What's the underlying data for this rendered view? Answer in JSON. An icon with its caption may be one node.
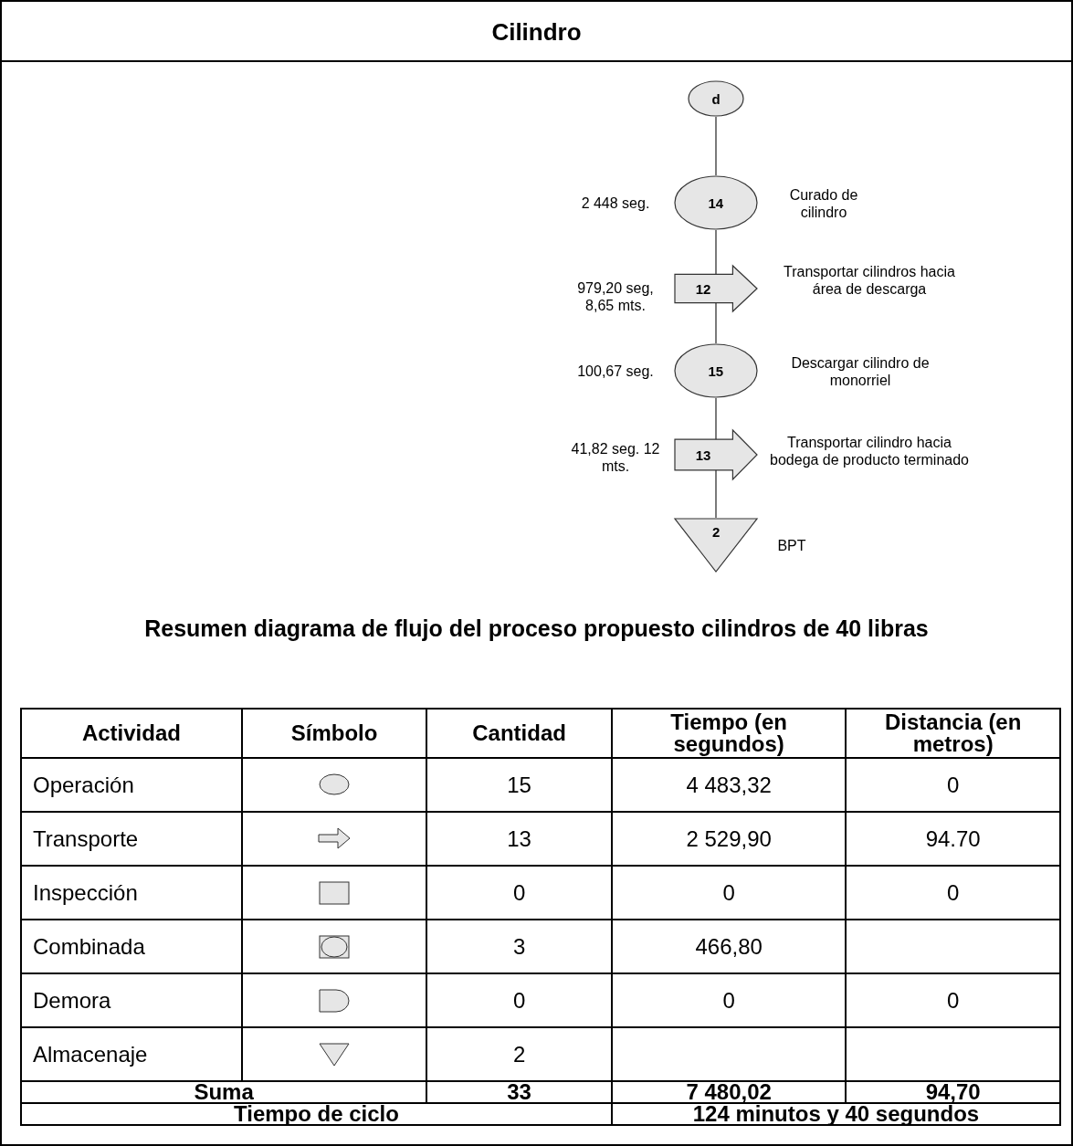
{
  "diagram": {
    "title": "Cilindro",
    "nodes": [
      {
        "text": [
          "d"
        ]
      },
      {
        "text": [
          "14"
        ],
        "beside": [
          "2 448 seg.",
          "Curado de cilindro"
        ]
      },
      {
        "text": [
          "12"
        ],
        "beside": [
          "979,20 seg, 8,65 mts.",
          "Transportar cilindros hacia área de descarga"
        ]
      },
      {
        "text": [
          "15"
        ],
        "beside": [
          "100,67 seg.",
          "Descargar cilindro de monorriel"
        ]
      },
      {
        "text": [
          "13"
        ],
        "beside": [
          "41,82 seg. 12 mts.",
          "Transportar cilindro hacia bodega de producto terminado"
        ]
      },
      {
        "text": [
          "2"
        ],
        "beside": [
          "BPT"
        ]
      }
    ],
    "edges": [
      {
        "from": 0,
        "to": 1,
        "arrow": "none"
      },
      {
        "from": 1,
        "to": 2,
        "arrow": "none"
      },
      {
        "from": 2,
        "to": 3,
        "arrow": "none"
      },
      {
        "from": 3,
        "to": 4,
        "arrow": "none"
      },
      {
        "from": 4,
        "to": 5,
        "arrow": "none"
      }
    ],
    "labels": [
      "Resumen diagrama de flujo del proceso propuesto cilindros de 40 libras",
      "Actividad",
      "Símbolo",
      "Cantidad",
      "Tiempo (en segundos)",
      "Distancia (en metros)",
      "Operación",
      "15",
      "4 483,32",
      "0",
      "Transporte",
      "13",
      "2 529,90",
      "94.70",
      "Inspección",
      "0",
      "0",
      "0",
      "Combinada",
      "3",
      "466,80",
      "Demora",
      "0",
      "0",
      "0",
      "Almacenaje",
      "2",
      "Suma",
      "33",
      "7 480,02",
      "94,70",
      "Tiempo de ciclo",
      "124 minutos y 40 segundos"
    ]
  }
}
